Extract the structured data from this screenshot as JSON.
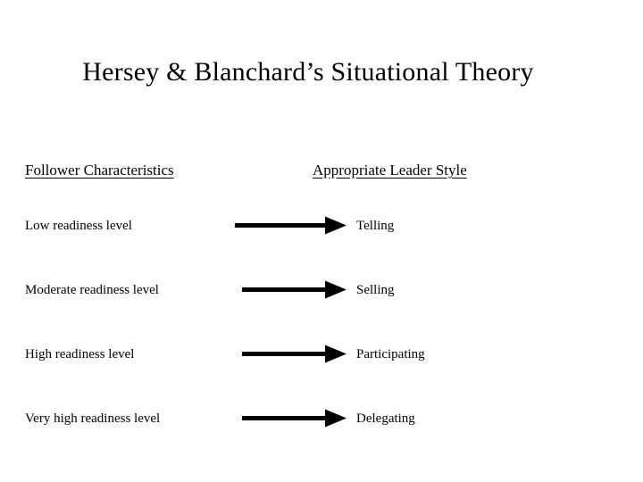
{
  "slide": {
    "title": "Hersey & Blanchard’s Situational Theory",
    "background_color": "#ffffff",
    "text_color": "#000000",
    "arrow_color": "#000000"
  },
  "columns": {
    "left_header": "Follower Characteristics",
    "right_header": "Appropriate Leader Style"
  },
  "rows": [
    {
      "label": "Low readiness level",
      "connector": "right-arrow-icon",
      "value": "Telling"
    },
    {
      "label": "Moderate readiness level",
      "connector": "right-arrow-icon",
      "value": "Selling"
    },
    {
      "label": "High readiness level",
      "connector": "right-arrow-icon",
      "value": "Participating"
    },
    {
      "label": "Very high readiness level",
      "connector": "right-arrow-icon",
      "value": "Delegating"
    }
  ]
}
